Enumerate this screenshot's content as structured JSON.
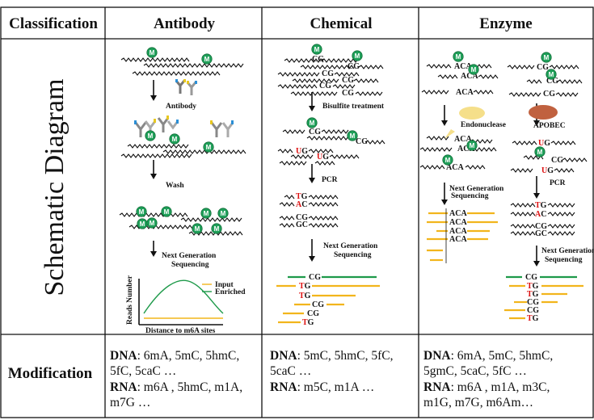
{
  "header": {
    "classification": "Classification",
    "antibody": "Antibody",
    "chemical": "Chemical",
    "enzyme": "Enzyme"
  },
  "row_labels": {
    "schematic": "Schematic Diagram",
    "modification": "Modification"
  },
  "antibody_panel": {
    "methyl_mark": "M",
    "step_antibody": "Antibody",
    "step_wash": "Wash",
    "step_ngs_line1": "Next Generation",
    "step_ngs_line2": "Sequencing",
    "plot_ylabel": "Reads Number",
    "plot_xlabel": "Distance to m6A sites",
    "legend_input": "Input",
    "legend_enriched": "Enriched"
  },
  "chemical_panel": {
    "motif_cg": "CG",
    "motif_ug": "UG",
    "motif_tg": "TG",
    "motif_ac": "AC",
    "motif_gc": "GC",
    "step_bisulfite": "Bisulfite treatment",
    "step_pcr": "PCR",
    "step_ngs_line1": "Next Generation",
    "step_ngs_line2": "Sequencing"
  },
  "enzyme_panel": {
    "motif_aca": "ACA",
    "step_endonuclease": "Endonuclease",
    "step_apobec": "APOBEC",
    "step_pcr": "PCR",
    "step_ngs_line1": "Next Generation",
    "step_ngs_line2": "Sequencing"
  },
  "modification": {
    "dna_label": "DNA",
    "rna_label": "RNA",
    "antibody": {
      "dna_line1": ": 6mA, 5mC, 5hmC,",
      "dna_line2": "5fC, 5caC …",
      "rna_line1": ": m6A , 5hmC, m1A,",
      "rna_line2": "m7G …"
    },
    "chemical": {
      "dna_line1": ": 5mC, 5hmC, 5fC,",
      "dna_line2": "5caC …",
      "rna_line1": ": m5C, m1A …"
    },
    "enzyme": {
      "dna_line1": ": 6mA, 5mC, 5hmC,",
      "dna_line2": "5gmC, 5caC, 5fC …",
      "rna_line1": ": m6A , m1A, m3C,",
      "rna_line2": "m1G,  m7G, m6Am…"
    }
  },
  "colors": {
    "methyl_green": "#20a05a",
    "read_green": "#1e9a4a",
    "read_yellow": "#f2b51c",
    "mutation_red": "#dd1111",
    "endonuclease_yellow": "#f5df8a",
    "apobec_brown": "#c0613f"
  }
}
